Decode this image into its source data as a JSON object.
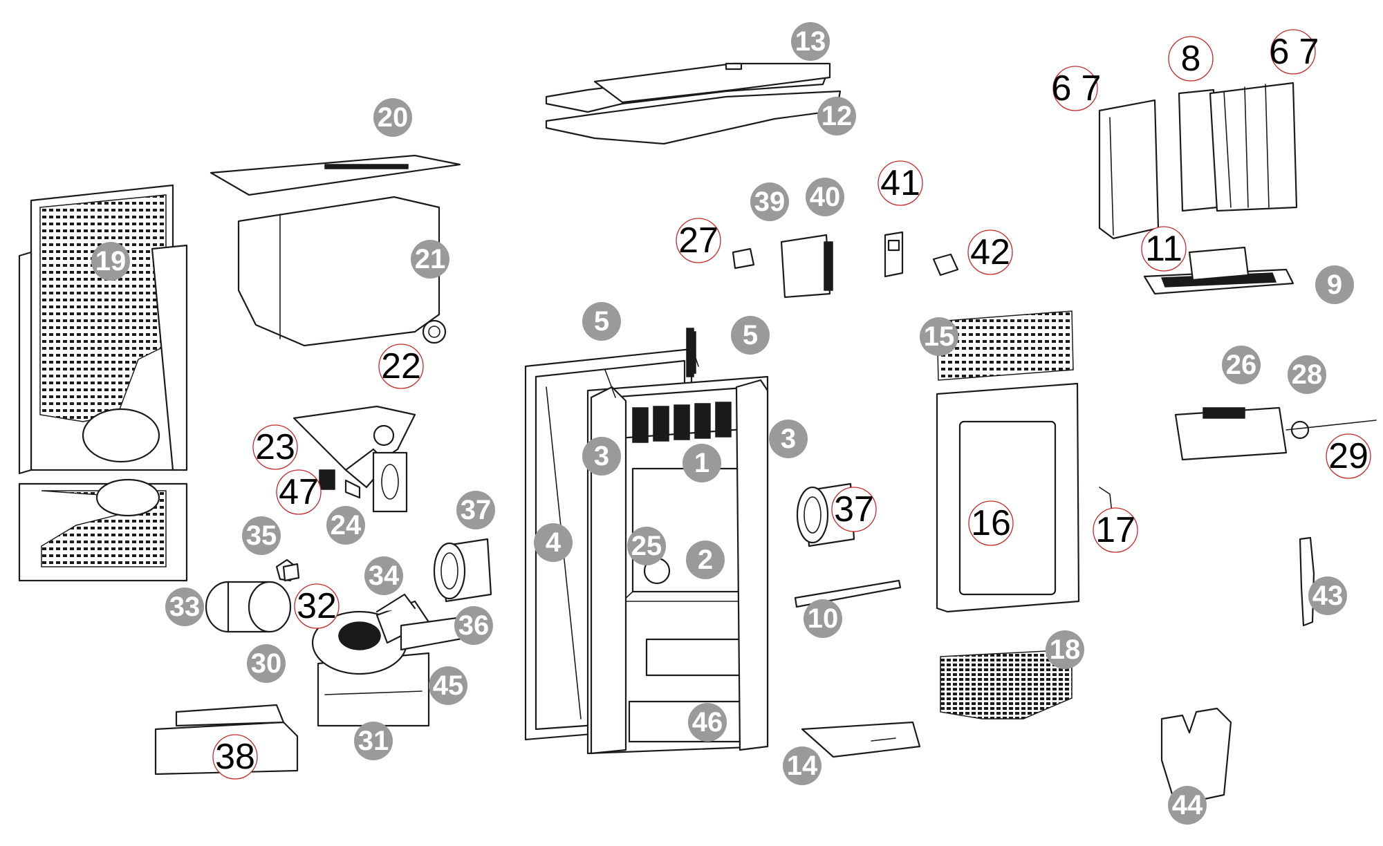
{
  "badge_style": {
    "gray_fill": "#9a9a9a",
    "gray_text": "#ffffff",
    "ring_stroke": "#c62828",
    "ring_text": "#000000"
  },
  "labels": {
    "b1": "1",
    "b2": "2",
    "b3a": "3",
    "b3b": "3",
    "b4": "4",
    "b5a": "5",
    "b5b": "5",
    "b6a": "6",
    "b7a": "7",
    "b6b": "6",
    "b7b": "7",
    "b8": "8",
    "b9": "9",
    "b10": "10",
    "b11": "11",
    "b12": "12",
    "b13": "13",
    "b14": "14",
    "b15": "15",
    "b16": "16",
    "b17": "17",
    "b18": "18",
    "b19": "19",
    "b20": "20",
    "b21": "21",
    "b22": "22",
    "b23": "23",
    "b24": "24",
    "b25": "25",
    "b26": "26",
    "b27": "27",
    "b28": "28",
    "b29": "29",
    "b30": "30",
    "b31": "31",
    "b32": "32",
    "b33": "33",
    "b34": "34",
    "b35": "35",
    "b36": "36",
    "b37a": "37",
    "b37b": "37",
    "b38": "38",
    "b39": "39",
    "b40": "40",
    "b41": "41",
    "b42": "42",
    "b43": "43",
    "b44": "44",
    "b45": "45",
    "b46": "46",
    "b47": "47"
  }
}
